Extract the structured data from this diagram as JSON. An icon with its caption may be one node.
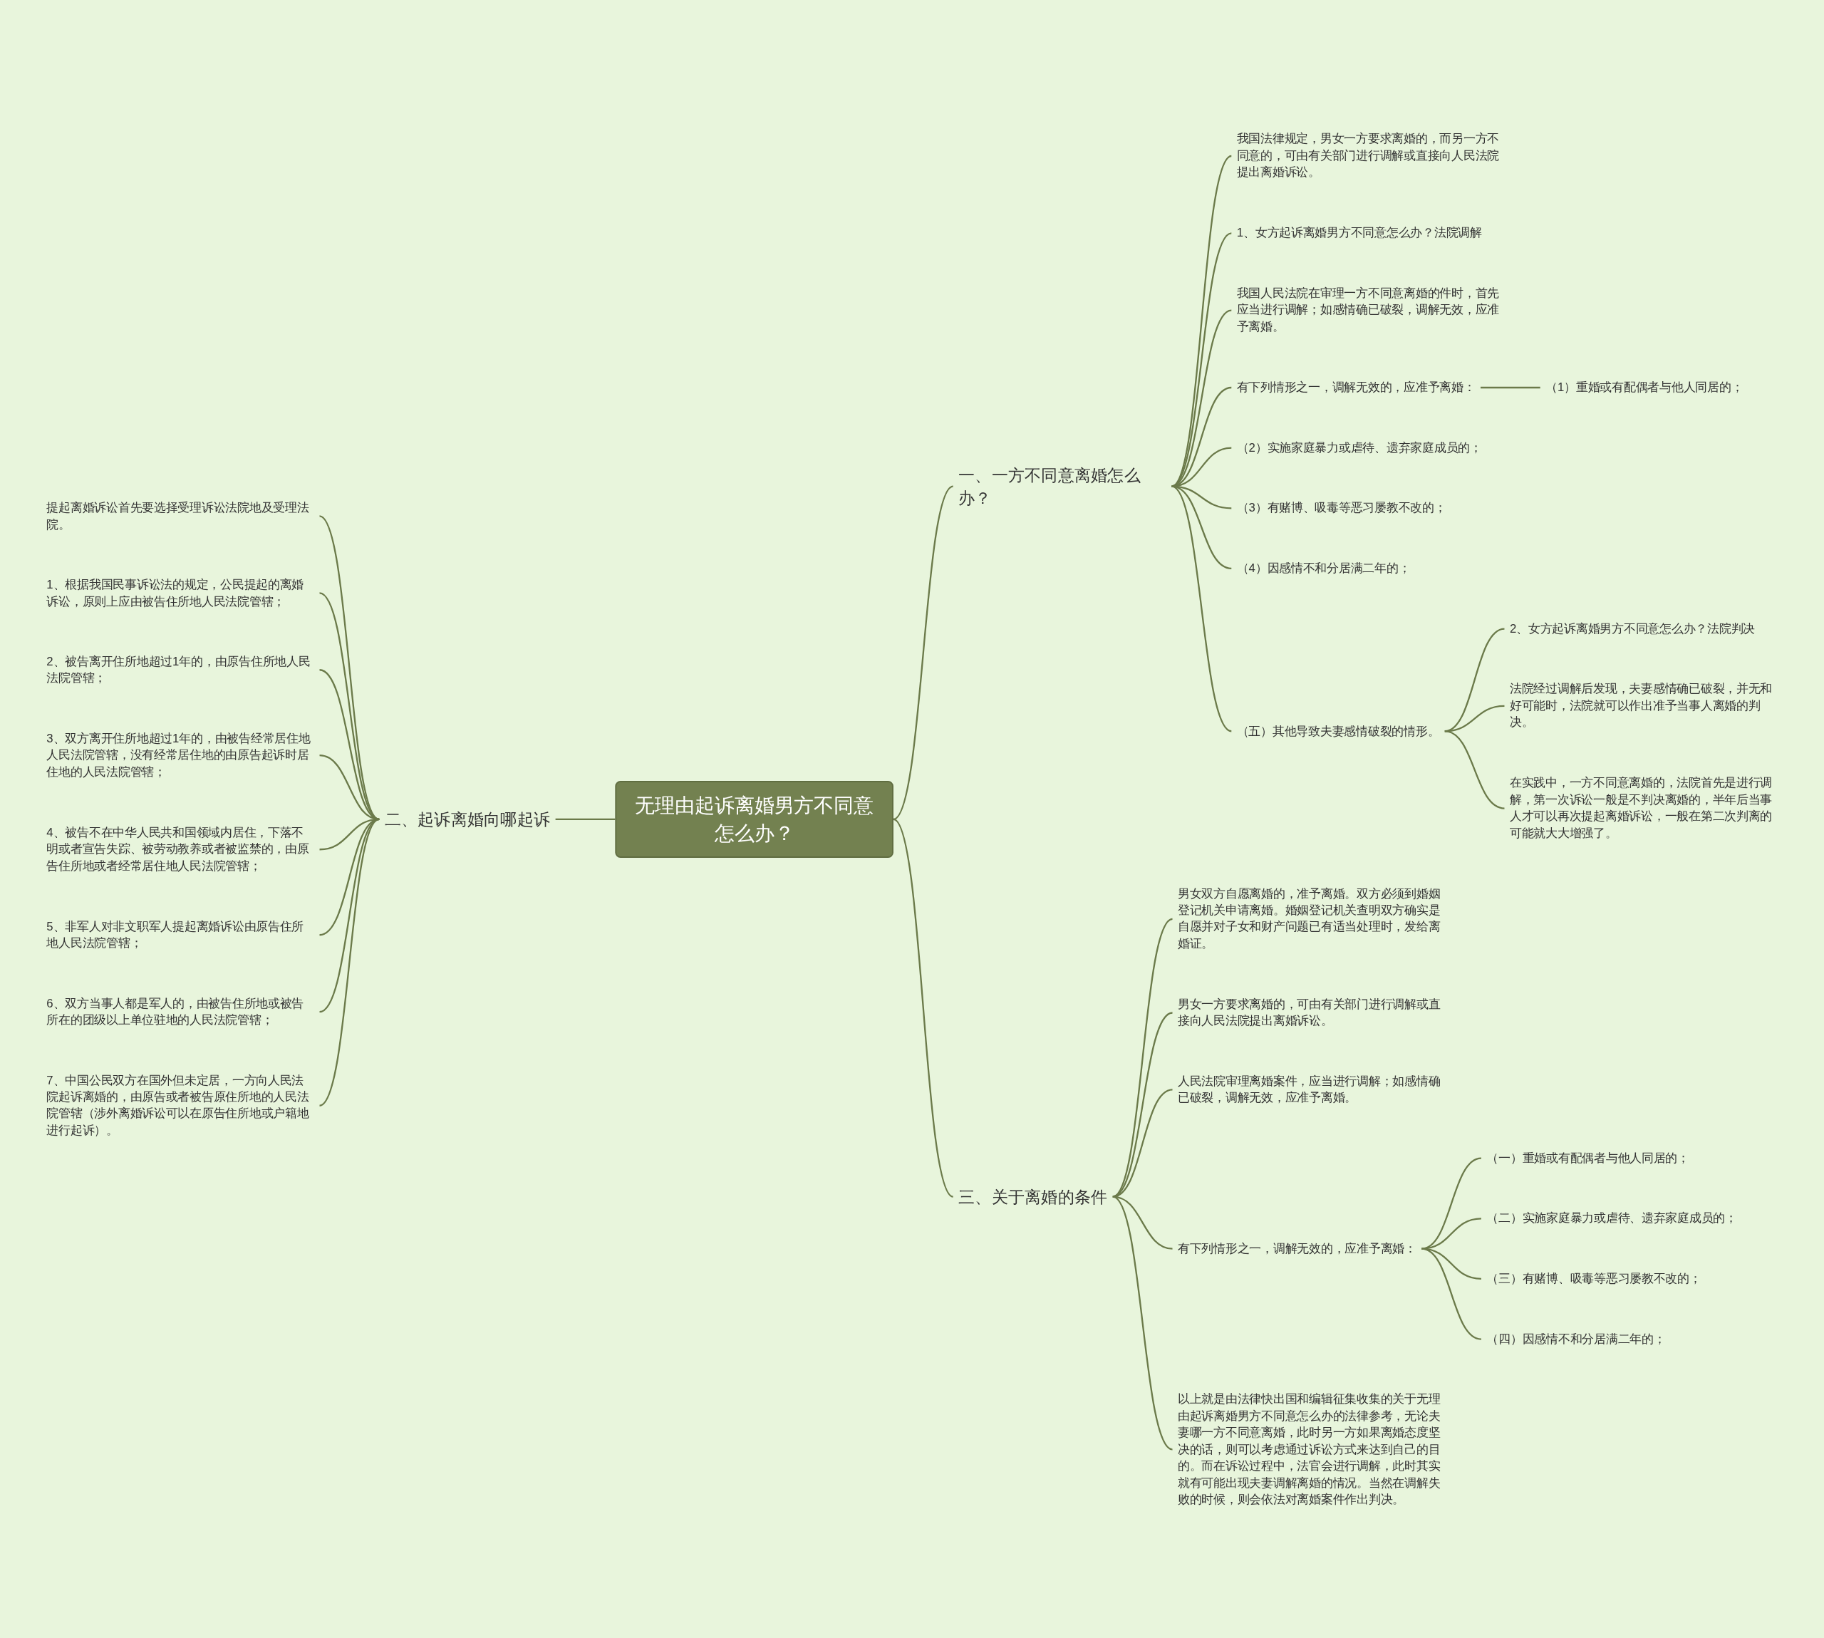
{
  "diagram": {
    "nodes": [
      {
        "text": [
          "无理由起诉离婚男方不同意怎么办？"
        ]
      },
      {
        "text": [
          "一、一方不同意离婚怎么办？"
        ]
      },
      {
        "text": [
          "我国法律规定，男女一方要求离婚的，而另一方不同意的，可由有关部门进行调解或直接向人民法院提出离婚诉讼。"
        ]
      },
      {
        "text": [
          "1、女方起诉离婚男方不同意怎么办？法院调解"
        ]
      },
      {
        "text": [
          "我国人民法院在审理一方不同意离婚的件时，首先应当进行调解；如感情确已破裂，调解无效，应准予离婚。"
        ]
      },
      {
        "text": [
          "有下列情形之一，调解无效的，应准予离婚："
        ]
      },
      {
        "text": [
          "（1）重婚或有配偶者与他人同居的；"
        ]
      },
      {
        "text": [
          "（2）实施家庭暴力或虐待、遗弃家庭成员的；"
        ]
      },
      {
        "text": [
          "（3）有赌博、吸毒等恶习屡教不改的；"
        ]
      },
      {
        "text": [
          "（4）因感情不和分居满二年的；"
        ]
      },
      {
        "text": [
          "（五）其他导致夫妻感情破裂的情形。"
        ]
      },
      {
        "text": [
          "2、女方起诉离婚男方不同意怎么办？法院判决"
        ]
      },
      {
        "text": [
          "法院经过调解后发现，夫妻感情确已破裂，并无和好可能时，法院就可以作出准予当事人离婚的判决。"
        ]
      },
      {
        "text": [
          "在实践中，一方不同意离婚的，法院首先是进行调解，第一次诉讼一般是不判决离婚的，半年后当事人才可以再次提起离婚诉讼，一般在第二次判离的可能就大大增强了。"
        ]
      },
      {
        "text": [
          "二、起诉离婚向哪起诉"
        ]
      },
      {
        "text": [
          "提起离婚诉讼首先要选择受理诉讼法院地及受理法院。"
        ]
      },
      {
        "text": [
          "1、根据我国民事诉讼法的规定，公民提起的离婚诉讼，原则上应由被告住所地人民法院管辖；"
        ]
      },
      {
        "text": [
          "2、被告离开住所地超过1年的，由原告住所地人民法院管辖；"
        ]
      },
      {
        "text": [
          "3、双方离开住所地超过1年的，由被告经常居住地人民法院管辖，没有经常居住地的由原告起诉时居住地的人民法院管辖；"
        ]
      },
      {
        "text": [
          "4、被告不在中华人民共和国领域内居住，下落不明或者宣告失踪、被劳动教养或者被监禁的，由原告住所地或者经常居住地人民法院管辖；"
        ]
      },
      {
        "text": [
          "5、非军人对非文职军人提起离婚诉讼由原告住所地人民法院管辖；"
        ]
      },
      {
        "text": [
          "6、双方当事人都是军人的，由被告住所地或被告所在的团级以上单位驻地的人民法院管辖；"
        ]
      },
      {
        "text": [
          "7、中国公民双方在国外但未定居，一方向人民法院起诉离婚的，由原告或者被告原住所地的人民法院管辖（涉外离婚诉讼可以在原告住所地或户籍地进行起诉）。"
        ]
      },
      {
        "text": [
          "三、关于离婚的条件"
        ]
      },
      {
        "text": [
          "男女双方自愿离婚的，准予离婚。双方必须到婚姻登记机关申请离婚。婚姻登记机关查明双方确实是自愿并对子女和财产问题已有适当处理时，发给离婚证。"
        ]
      },
      {
        "text": [
          "男女一方要求离婚的，可由有关部门进行调解或直接向人民法院提出离婚诉讼。"
        ]
      },
      {
        "text": [
          "人民法院审理离婚案件，应当进行调解；如感情确已破裂，调解无效，应准予离婚。"
        ]
      },
      {
        "text": [
          "有下列情形之一，调解无效的，应准予离婚："
        ]
      },
      {
        "text": [
          "（一）重婚或有配偶者与他人同居的；"
        ]
      },
      {
        "text": [
          "（二）实施家庭暴力或虐待、遗弃家庭成员的；"
        ]
      },
      {
        "text": [
          "（三）有赌博、吸毒等恶习屡教不改的；"
        ]
      },
      {
        "text": [
          "（四）因感情不和分居满二年的；"
        ]
      },
      {
        "text": [
          "以上就是由法律快出国和编辑征集收集的关于无理由起诉离婚男方不同意怎么办的法律参考，无论夫妻哪一方不同意离婚，此时另一方如果离婚态度坚决的话，则可以考虑通过诉讼方式来达到自己的目的。而在诉讼过程中，法官会进行调解，此时其实就有可能出现夫妻调解离婚的情况。当然在调解失败的时候，则会依法对离婚案件作出判决。"
        ]
      }
    ],
    "edges": [
      {
        "from": 0,
        "to": 1,
        "arrow": "none"
      },
      {
        "from": 1,
        "to": 2,
        "arrow": "none"
      },
      {
        "from": 1,
        "to": 3,
        "arrow": "none"
      },
      {
        "from": 1,
        "to": 4,
        "arrow": "none"
      },
      {
        "from": 1,
        "to": 5,
        "arrow": "none"
      },
      {
        "from": 5,
        "to": 6,
        "arrow": "none"
      },
      {
        "from": 1,
        "to": 7,
        "arrow": "none"
      },
      {
        "from": 1,
        "to": 8,
        "arrow": "none"
      },
      {
        "from": 1,
        "to": 9,
        "arrow": "none"
      },
      {
        "from": 1,
        "to": 10,
        "arrow": "none"
      },
      {
        "from": 10,
        "to": 11,
        "arrow": "none"
      },
      {
        "from": 10,
        "to": 12,
        "arrow": "none"
      },
      {
        "from": 10,
        "to": 13,
        "arrow": "none"
      },
      {
        "from": 0,
        "to": 14,
        "arrow": "none"
      },
      {
        "from": 14,
        "to": 15,
        "arrow": "none"
      },
      {
        "from": 14,
        "to": 16,
        "arrow": "none"
      },
      {
        "from": 14,
        "to": 17,
        "arrow": "none"
      },
      {
        "from": 14,
        "to": 18,
        "arrow": "none"
      },
      {
        "from": 14,
        "to": 19,
        "arrow": "none"
      },
      {
        "from": 14,
        "to": 20,
        "arrow": "none"
      },
      {
        "from": 14,
        "to": 21,
        "arrow": "none"
      },
      {
        "from": 14,
        "to": 22,
        "arrow": "none"
      },
      {
        "from": 0,
        "to": 23,
        "arrow": "none"
      },
      {
        "from": 23,
        "to": 24,
        "arrow": "none"
      },
      {
        "from": 23,
        "to": 25,
        "arrow": "none"
      },
      {
        "from": 23,
        "to": 26,
        "arrow": "none"
      },
      {
        "from": 23,
        "to": 27,
        "arrow": "none"
      },
      {
        "from": 27,
        "to": 28,
        "arrow": "none"
      },
      {
        "from": 27,
        "to": 29,
        "arrow": "none"
      },
      {
        "from": 27,
        "to": 30,
        "arrow": "none"
      },
      {
        "from": 27,
        "to": 31,
        "arrow": "none"
      },
      {
        "from": 23,
        "to": 32,
        "arrow": "none"
      }
    ]
  }
}
